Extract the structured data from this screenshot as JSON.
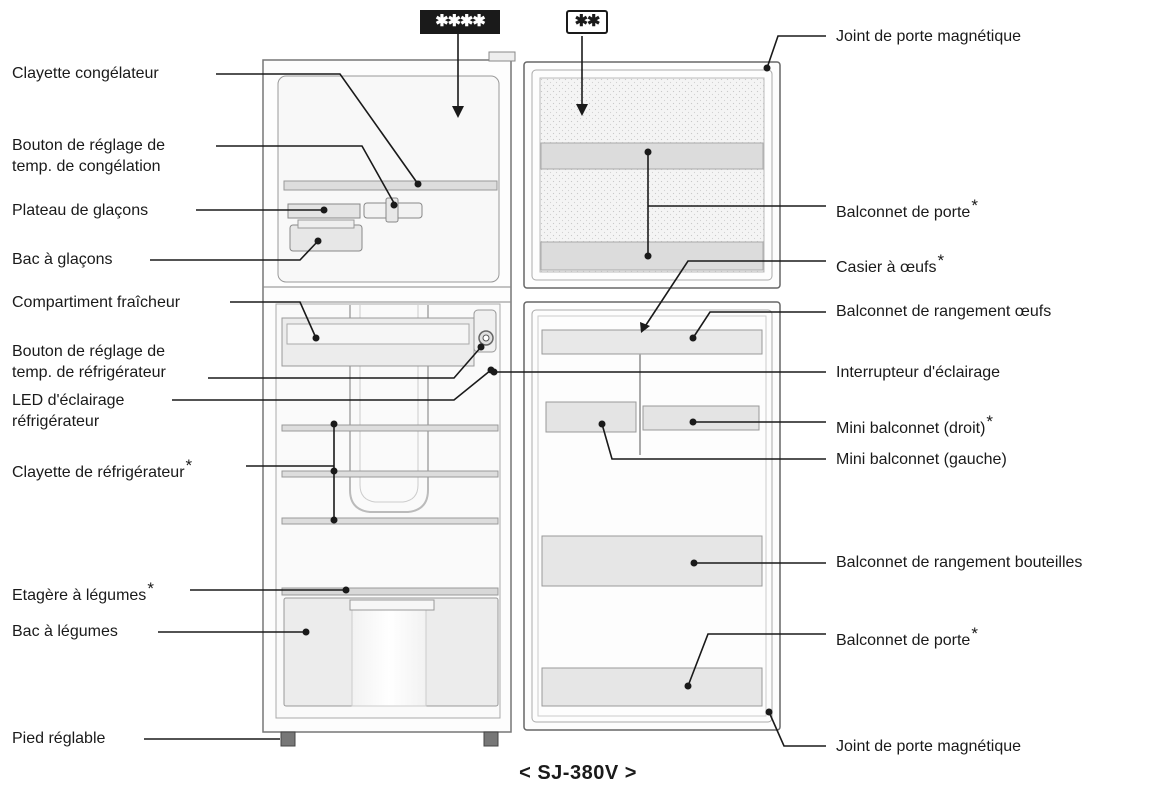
{
  "model_caption": "< SJ-380V >",
  "freezer_badge": "✱✱✱✱",
  "compartment_badge": "✱✱",
  "labels_left": {
    "clayette_congelateur": "Clayette congélateur",
    "bouton_congelation_1": "Bouton de réglage de",
    "bouton_congelation_2": "temp. de congélation",
    "plateau_glacons": "Plateau de glaçons",
    "bac_glacons": "Bac à glaçons",
    "compartiment_fraicheur": "Compartiment fraîcheur",
    "bouton_refrigerateur_1": "Bouton de réglage de",
    "bouton_refrigerateur_2": "temp. de réfrigérateur",
    "led_1": "LED d'éclairage",
    "led_2": "réfrigérateur",
    "clayette_refrigerateur": "Clayette de réfrigérateur",
    "etagere_legumes": "Etagère à légumes",
    "bac_legumes": "Bac à légumes",
    "pied_reglable": "Pied réglable"
  },
  "labels_right": {
    "joint_haut": "Joint de porte magnétique",
    "balconnet_porte_haut": "Balconnet de porte",
    "casier_oeufs": "Casier à œufs",
    "balconnet_oeufs": "Balconnet de rangement œufs",
    "interrupteur": "Interrupteur d'éclairage",
    "mini_droit": "Mini balconnet (droit)",
    "mini_gauche": "Mini balconnet (gauche)",
    "balconnet_bouteilles": "Balconnet de rangement bouteilles",
    "balconnet_porte_bas": "Balconnet de porte",
    "joint_bas": "Joint de porte magnétique"
  },
  "asterisk": "*"
}
